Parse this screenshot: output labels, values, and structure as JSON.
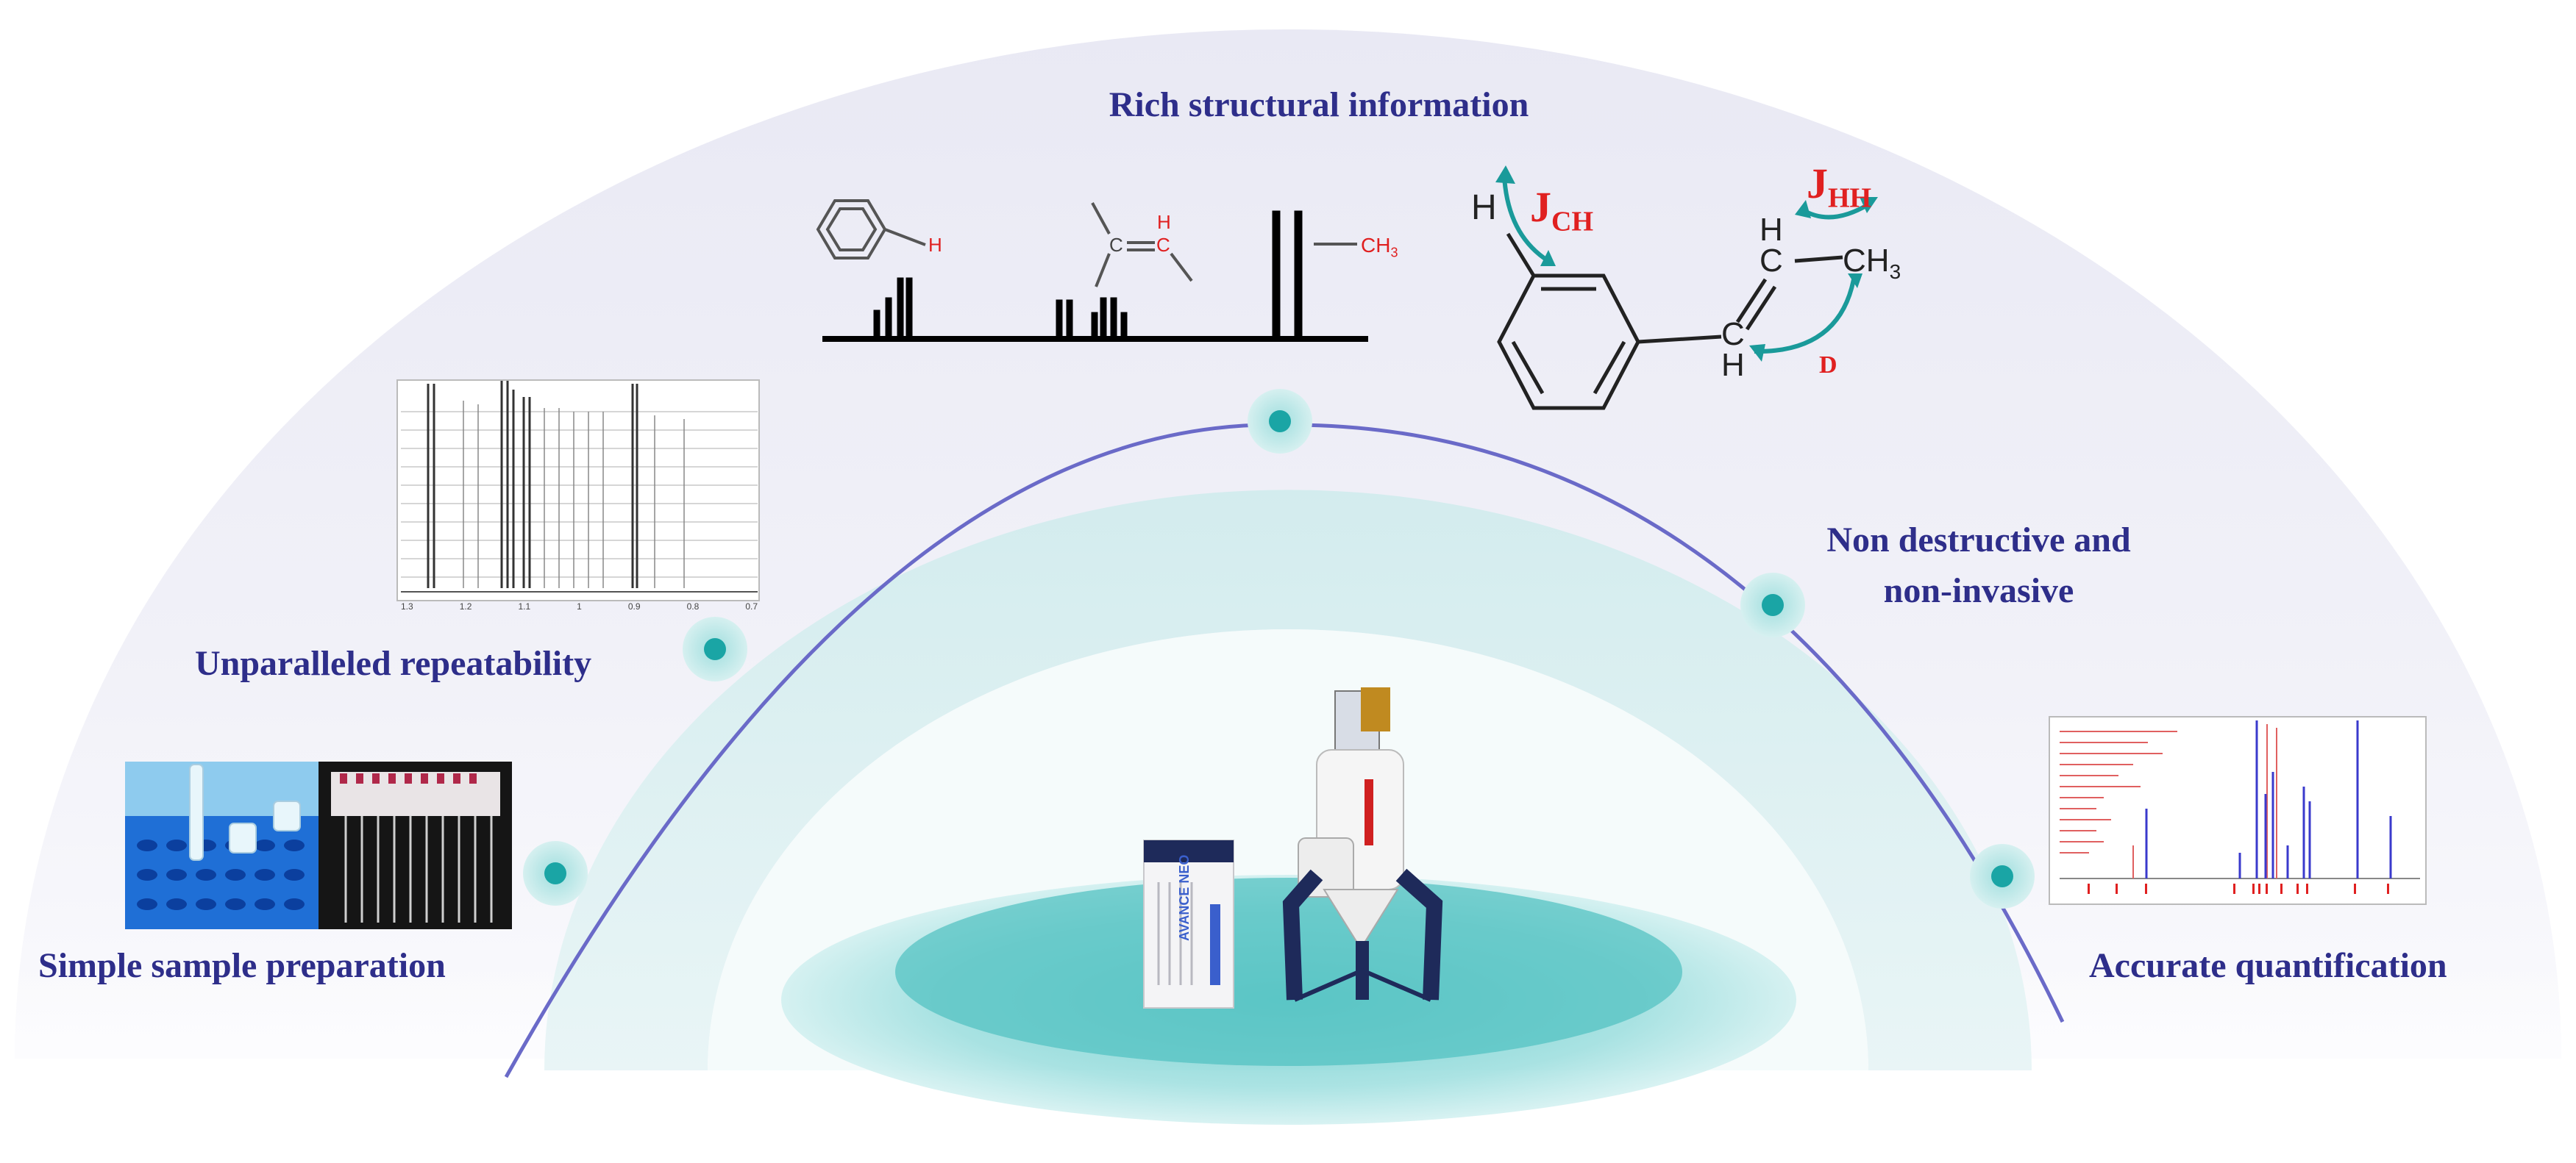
{
  "labels": {
    "rich": "Rich structural information",
    "unparalleled": "Unparalleled repeatability",
    "nondestructive_1": "Non destructive and",
    "nondestructive_2": "non-invasive",
    "simple": "Simple sample preparation",
    "accurate": "Accurate quantification"
  },
  "chem": {
    "h": "H",
    "c": "C",
    "ch3": "CH",
    "ch3_sub": "3",
    "j": "J",
    "jch_sub": "CH",
    "jhh_sub": "HH",
    "d": "D"
  },
  "spectrum_ticks": [
    "1.3",
    "1.2",
    "1.1",
    "1",
    "0.9",
    "0.8",
    "0.7"
  ],
  "instrument": {
    "console_brand": "AVANCE NEO"
  },
  "colors": {
    "label": "#2e2e8a",
    "arc": "#6a6ac8",
    "node": "#1aa5a5",
    "red": "#e02020",
    "teal_arrow": "#1a9a9a"
  }
}
